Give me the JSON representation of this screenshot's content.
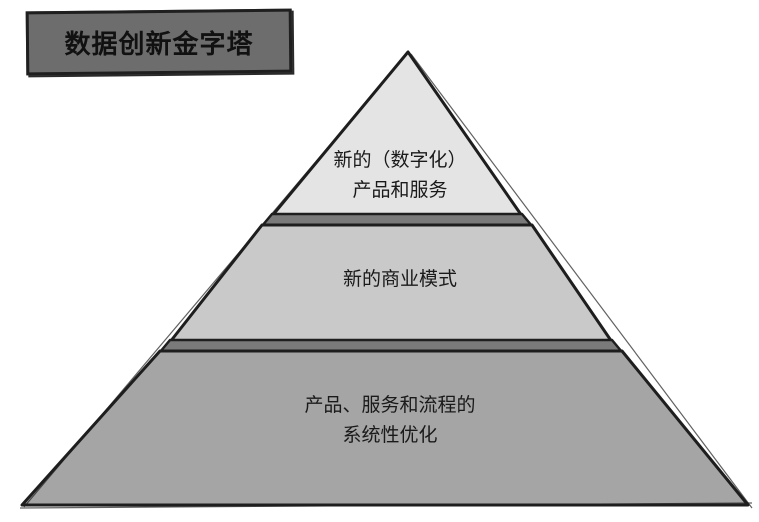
{
  "title": "数据创新金字塔",
  "colors": {
    "top_fill": "#e4e4e4",
    "middle_fill": "#c9c9c9",
    "bottom_fill": "#a5a5a5",
    "band_fill": "#7a7a7a",
    "outline": "#1e1e1e",
    "title_fill": "#6d6d6d"
  },
  "levels": [
    {
      "label": "新的（数字化）\n产品和服务"
    },
    {
      "label": "新的商业模式"
    },
    {
      "label": "产品、服务和流程的\n系统性优化"
    }
  ]
}
